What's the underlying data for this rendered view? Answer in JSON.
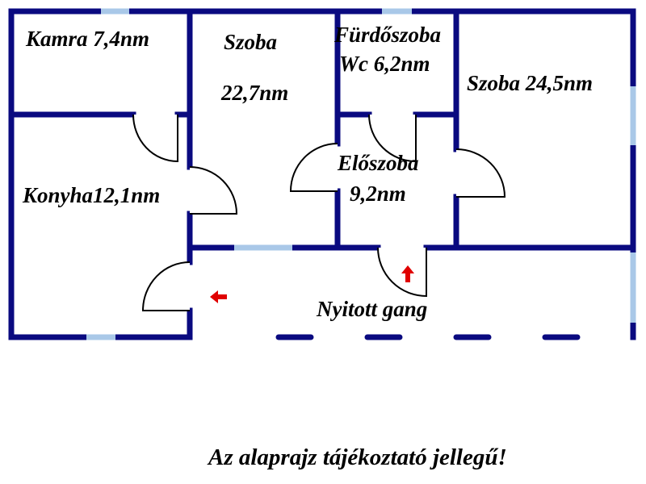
{
  "rooms": {
    "kamra": "Kamra 7,4nm",
    "szoba1_name": "Szoba",
    "szoba1_area": "22,7nm",
    "furdo_name": "Fürdőszoba",
    "furdo_area": "Wc 6,2nm",
    "szoba2": "Szoba 24,5nm",
    "eloszoba_name": "Előszoba",
    "eloszoba_area": "9,2nm",
    "konyha": "Konyha12,1nm",
    "gang": "Nyitott gang"
  },
  "note": "Az alaprajz tájékoztató jellegű!",
  "colors": {
    "wall": "#0a0a80",
    "window": "#a9c8e8",
    "arrow": "#e00000"
  }
}
